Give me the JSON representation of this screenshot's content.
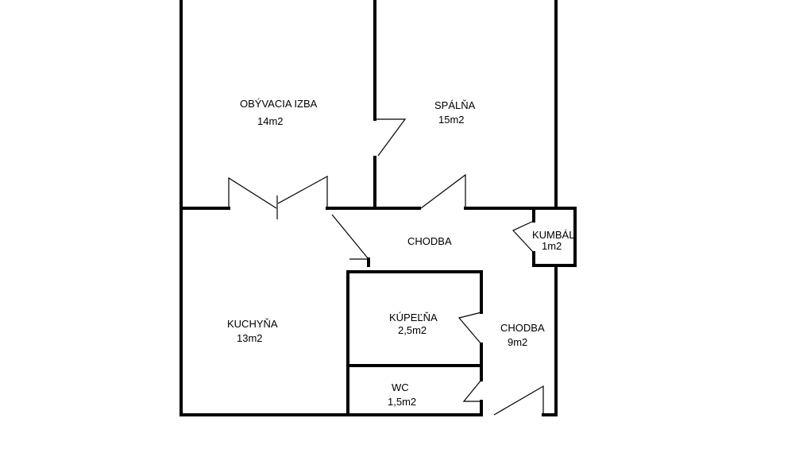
{
  "rooms": {
    "living_room": {
      "name": "OBÝVACIA IZBA",
      "area": "14m2"
    },
    "bedroom": {
      "name": "SPÁLŇA",
      "area": "15m2"
    },
    "hallway": {
      "name": "CHODBA"
    },
    "closet": {
      "name": "KUMBÁL",
      "area": "1m2"
    },
    "kitchen": {
      "name": "KUCHYŇA",
      "area": "13m2"
    },
    "bathroom": {
      "name": "KÚPEĽŇA",
      "area": "2,5m2"
    },
    "hallway2": {
      "name": "CHODBA",
      "area": "9m2"
    },
    "wc": {
      "name": "WC",
      "area": "1,5m2"
    }
  }
}
